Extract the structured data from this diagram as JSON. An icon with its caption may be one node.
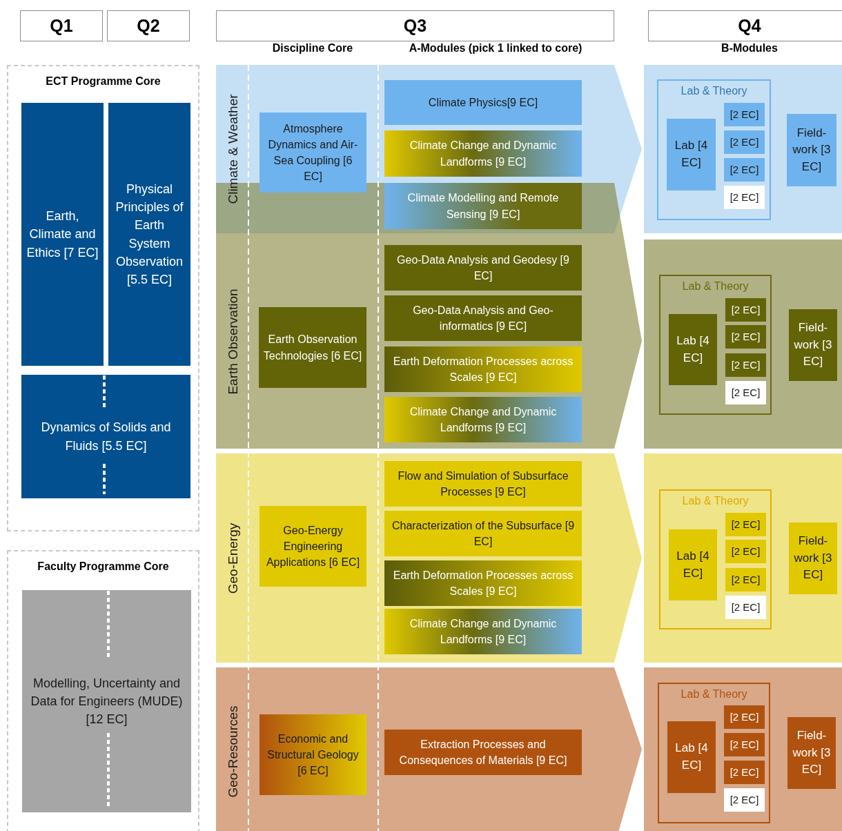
{
  "diagram": {
    "nodes": [
      {
        "text": [
          "Q1"
        ]
      },
      {
        "text": [
          "Q2"
        ]
      },
      {
        "text": [
          "Q3"
        ]
      },
      {
        "text": [
          "Q4"
        ]
      },
      {
        "text": [
          "ECT Programme Core"
        ]
      },
      {
        "text": [
          "Earth, Climate and Ethics [7 EC]"
        ],
        "in": 4
      },
      {
        "text": [
          "Physical Principles of Earth System Observation [5.5 EC]"
        ],
        "in": 4
      },
      {
        "text": [
          "Dynamics of Solids and Fluids [5.5 EC]"
        ],
        "in": 4
      },
      {
        "text": [
          "Faculty Programme Core"
        ]
      },
      {
        "text": [
          "Modelling, Uncertainty and Data for Engineers (MUDE) [12 EC]"
        ],
        "in": 8
      },
      {
        "text": [
          "Climate & Weather"
        ]
      },
      {
        "text": [
          "Atmosphere Dynamics and Air-Sea Coupling [6 EC]"
        ],
        "in": 10
      },
      {
        "text": [
          "Climate Physics[9 EC]"
        ],
        "in": 10
      },
      {
        "text": [
          "Climate Change and Dynamic Landforms [9 EC]"
        ],
        "in": 10
      },
      {
        "text": [
          "Climate Modelling and Remote Sensing [9 EC]"
        ]
      },
      {
        "text": [],
        "shape": "box"
      },
      {
        "text": [
          "Lab & Theory"
        ],
        "in": 15
      },
      {
        "text": [
          "Lab [4 EC]"
        ],
        "in": 16
      },
      {
        "text": [
          "[2 EC]"
        ],
        "in": 16
      },
      {
        "text": [
          "[2 EC]"
        ],
        "in": 16
      },
      {
        "text": [
          "[2 EC]"
        ],
        "in": 16
      },
      {
        "text": [
          "[2 EC]"
        ],
        "in": 16
      },
      {
        "text": [
          "Field-work [3 EC]"
        ],
        "in": 15
      },
      {
        "text": [
          "Earth Observation"
        ]
      },
      {
        "text": [
          "Earth Observation Technologies [6 EC]"
        ],
        "in": 23
      },
      {
        "text": [
          "Geo-Data Analysis and Geodesy [9 EC]"
        ],
        "in": 23
      },
      {
        "text": [
          "Geo-Data Analysis and Geo-informatics [9 EC]"
        ],
        "in": 23
      },
      {
        "text": [
          "Earth Deformation Processes across Scales [9 EC]"
        ],
        "in": 23
      },
      {
        "text": [
          "Climate Change and Dynamic Landforms [9 EC]"
        ],
        "in": 23
      },
      {
        "text": [],
        "shape": "box"
      },
      {
        "text": [
          "Lab & Theory"
        ],
        "in": 29
      },
      {
        "text": [
          "Lab [4 EC]"
        ],
        "in": 30
      },
      {
        "text": [
          "[2 EC]"
        ],
        "in": 30
      },
      {
        "text": [
          "[2 EC]"
        ],
        "in": 30
      },
      {
        "text": [
          "[2 EC]"
        ],
        "in": 30
      },
      {
        "text": [
          "[2 EC]"
        ],
        "in": 30
      },
      {
        "text": [
          "Field-work [3 EC]"
        ],
        "in": 29
      },
      {
        "text": [
          "Geo-Energy"
        ]
      },
      {
        "text": [
          "Geo-Energy Engineering Applications [6 EC]"
        ],
        "in": 37
      },
      {
        "text": [
          "Flow and Simulation of Subsurface Processes [9 EC]"
        ],
        "in": 37
      },
      {
        "text": [
          "Characterization of the Subsurface [9 EC]"
        ],
        "in": 37
      },
      {
        "text": [
          "Earth Deformation Processes across Scales [9 EC]"
        ],
        "in": 37
      },
      {
        "text": [
          "Climate Change and Dynamic Landforms [9 EC]"
        ],
        "in": 37
      },
      {
        "text": [],
        "shape": "box"
      },
      {
        "text": [
          "Lab & Theory"
        ],
        "in": 43
      },
      {
        "text": [
          "Lab [4 EC]"
        ],
        "in": 44
      },
      {
        "text": [
          "[2 EC]"
        ],
        "in": 44
      },
      {
        "text": [
          "[2 EC]"
        ],
        "in": 44
      },
      {
        "text": [
          "[2 EC]"
        ],
        "in": 44
      },
      {
        "text": [
          "[2 EC]"
        ],
        "in": 44
      },
      {
        "text": [
          "Field-work [3 EC]"
        ],
        "in": 43
      },
      {
        "text": [
          "Geo-Resources"
        ]
      },
      {
        "text": [
          "Economic and Structural Geology [6 EC]"
        ],
        "in": 51
      },
      {
        "text": [
          "Extraction Processes and Consequences of Materials [9 EC]"
        ],
        "in": 51
      },
      {
        "text": [],
        "shape": "box"
      },
      {
        "text": [
          "Lab & Theory"
        ],
        "in": 54
      },
      {
        "text": [
          "Lab [4 EC]"
        ],
        "in": 55
      },
      {
        "text": [
          "[2 EC]"
        ],
        "in": 55
      },
      {
        "text": [
          "[2 EC]"
        ],
        "in": 55
      },
      {
        "text": [
          "[2 EC]"
        ],
        "in": 55
      },
      {
        "text": [
          "[2 EC]"
        ],
        "in": 55
      },
      {
        "text": [
          "Field-work [3 EC]"
        ],
        "in": 54
      }
    ],
    "labels": [
      "Discipline Core",
      "A-Modules (pick 1 linked to core)",
      "B-Modules"
    ]
  }
}
